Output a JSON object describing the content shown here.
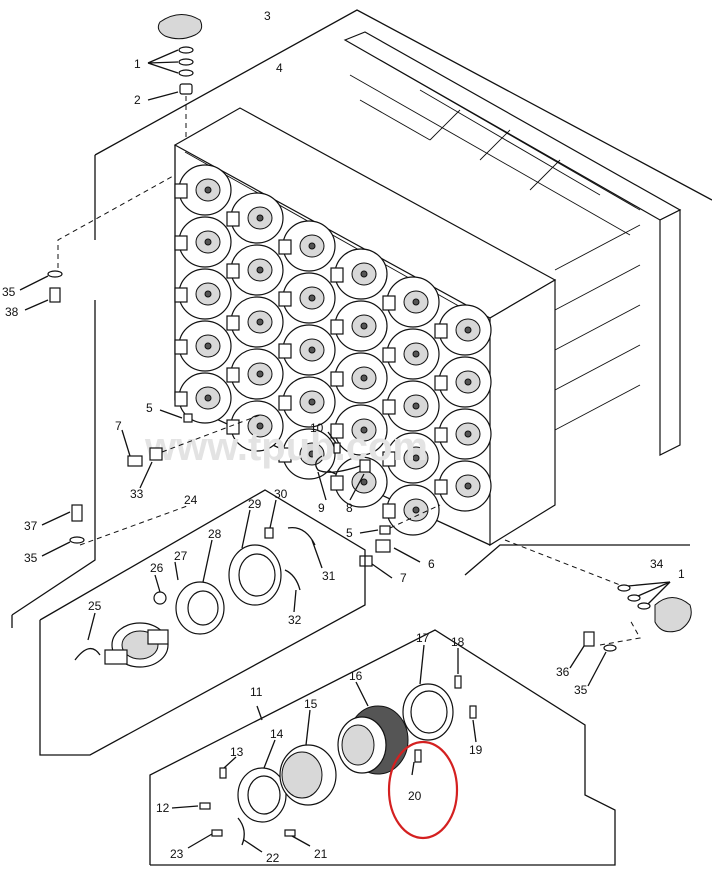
{
  "watermark": "www.tpub.com",
  "callouts": {
    "c1a": "1",
    "c1b": "1",
    "c2": "2",
    "c3": "3",
    "c4": "4",
    "c5a": "5",
    "c5b": "5",
    "c6": "6",
    "c7a": "7",
    "c7b": "7",
    "c8": "8",
    "c9": "9",
    "c10": "10",
    "c11": "11",
    "c12": "12",
    "c13": "13",
    "c14": "14",
    "c15": "15",
    "c16": "16",
    "c17": "17",
    "c18": "18",
    "c19": "19",
    "c20": "20",
    "c21": "21",
    "c22": "22",
    "c23": "23",
    "c24": "24",
    "c25": "25",
    "c26": "26",
    "c27": "27",
    "c28": "28",
    "c29": "29",
    "c30": "30",
    "c31": "31",
    "c32": "32",
    "c33": "33",
    "c34": "34",
    "c35a": "35",
    "c35b": "35",
    "c35c": "35",
    "c36": "36",
    "c37": "37",
    "c38": "38"
  },
  "highlight_color": "#d42020"
}
